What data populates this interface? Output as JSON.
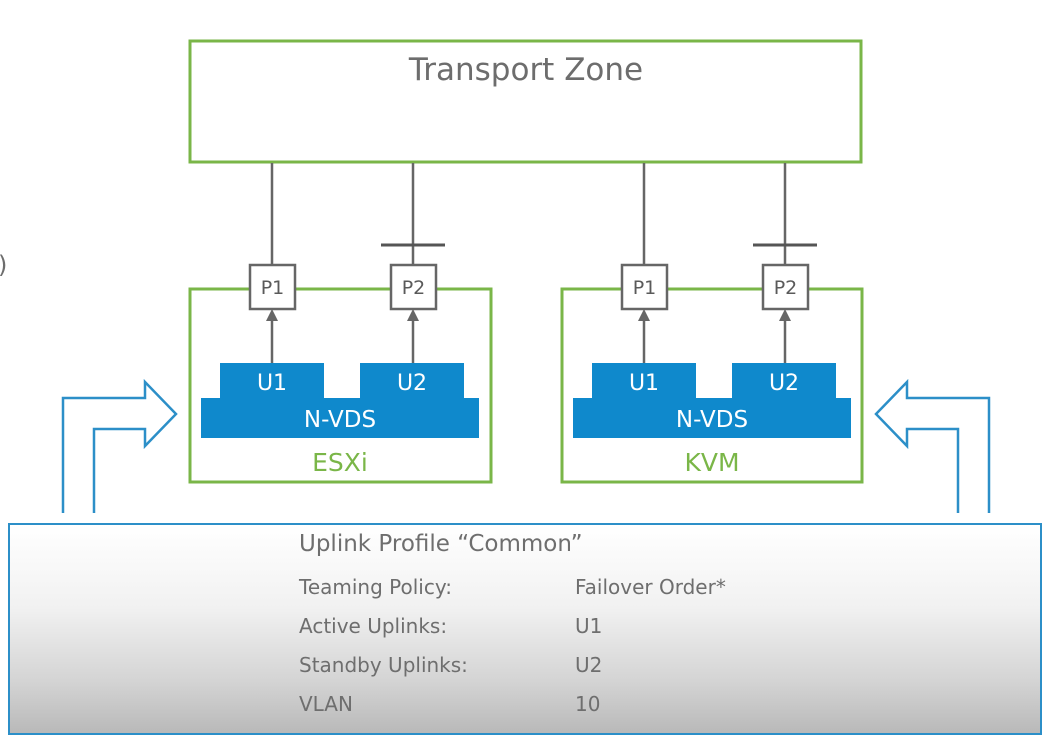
{
  "edge_fragment": ")",
  "transport_zone": {
    "label": "Transport Zone"
  },
  "hosts": [
    {
      "name": "ESXi",
      "switch_label": "N-VDS",
      "uplinks": [
        "U1",
        "U2"
      ],
      "ports": [
        "P1",
        "P2"
      ]
    },
    {
      "name": "KVM",
      "switch_label": "N-VDS",
      "uplinks": [
        "U1",
        "U2"
      ],
      "ports": [
        "P1",
        "P2"
      ]
    }
  ],
  "uplink_profile": {
    "title": "Uplink Profile “Common”",
    "rows": [
      {
        "key": "Teaming Policy:",
        "value": "Failover Order*"
      },
      {
        "key": "Active Uplinks:",
        "value": "U1"
      },
      {
        "key": "Standby Uplinks:",
        "value": "U2"
      },
      {
        "key": "VLAN",
        "value": "10"
      }
    ]
  },
  "colors": {
    "zone_border": "#7ab648",
    "host_label": "#7ab648",
    "nvds_fill": "#0f89cc",
    "arrow_outline": "#2c8fc8",
    "port_border": "#666666",
    "link_line": "#666666"
  }
}
